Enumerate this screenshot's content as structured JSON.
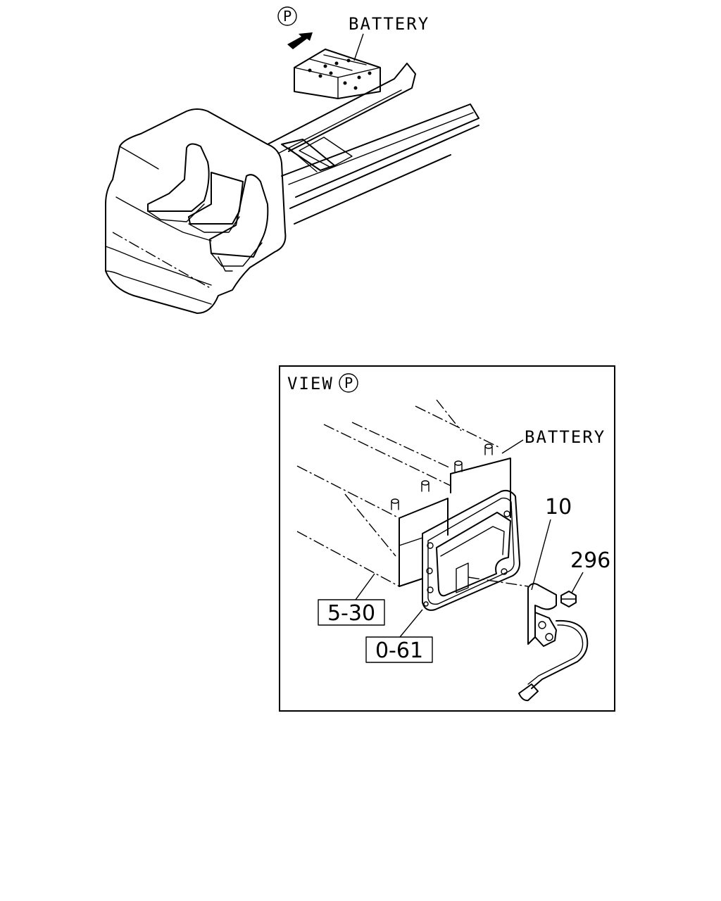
{
  "labels": {
    "top_view_marker": "P",
    "top_battery": "BATTERY",
    "view_prefix": "VIEW",
    "view_marker": "P",
    "detail_battery": "BATTERY",
    "callout_10": "10",
    "callout_296": "296",
    "ref_box_1": "5-30",
    "ref_box_2": "0-61"
  }
}
